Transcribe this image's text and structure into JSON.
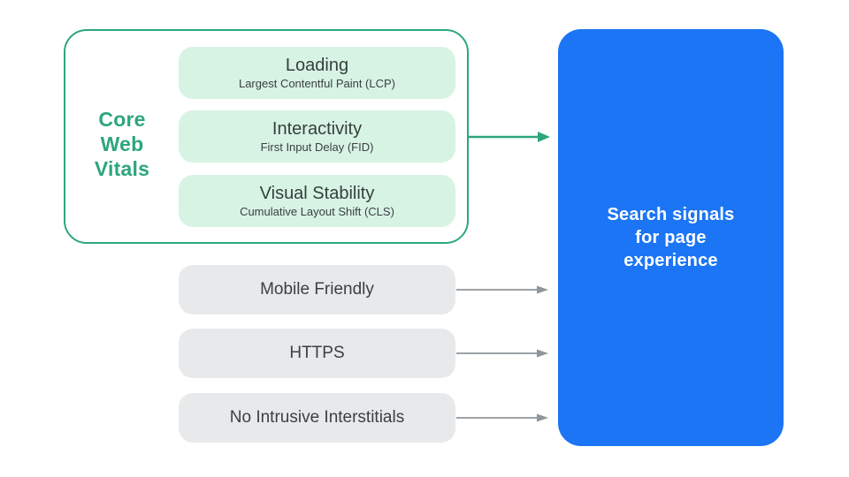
{
  "diagram": {
    "type": "flow-diagram",
    "title_hint": "Core Web Vitals feeding into Search signals for page experience"
  },
  "colors": {
    "accent_green": "#2da67d",
    "mint_fill": "#d7f3e4",
    "result_blue": "#1b75f5",
    "neutral_fill": "#e8e9eb",
    "arrow_gray": "#8f959a",
    "text_dark": "#3c4043",
    "text_white": "#ffffff"
  },
  "core_web_vitals": {
    "label_lines": [
      "Core",
      "Web",
      "Vitals"
    ],
    "items": [
      {
        "title": "Loading",
        "subtitle": "Largest Contentful Paint (LCP)"
      },
      {
        "title": "Interactivity",
        "subtitle": "First Input Delay (FID)"
      },
      {
        "title": "Visual Stability",
        "subtitle": "Cumulative Layout Shift (CLS)"
      }
    ]
  },
  "other_signals": [
    {
      "label": "Mobile Friendly"
    },
    {
      "label": "HTTPS"
    },
    {
      "label": "No Intrusive Interstitials"
    }
  ],
  "result": {
    "lines": [
      "Search signals",
      "for page",
      "experience"
    ]
  }
}
